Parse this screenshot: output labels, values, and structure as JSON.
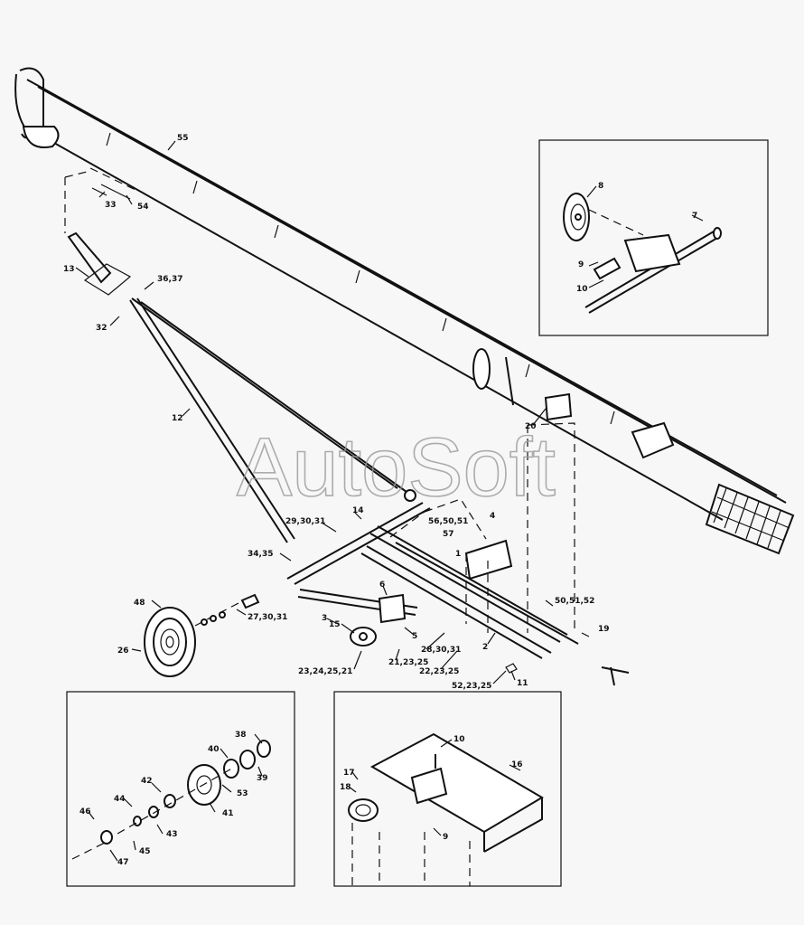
{
  "watermark": "AutoSoft",
  "labels": {
    "p55": "55",
    "p33": "33",
    "p54": "54",
    "p13": "13",
    "p3637": "36,37",
    "p32": "32",
    "p12": "12",
    "p20": "20",
    "p14": "14",
    "p293031": "29,30,31",
    "p565051": "56,50,51",
    "p57": "57",
    "p4": "4",
    "p1": "1",
    "p3435": "34,35",
    "p6": "6",
    "p505152": "50,51,52",
    "p48": "48",
    "p273031": "27,30,31",
    "p3": "3",
    "p15": "15",
    "p5": "5",
    "p283031": "28,30,31",
    "p2": "2",
    "p19": "19",
    "p26": "26",
    "p21a": "21,23,25",
    "p222325": "22,23,25",
    "p23242521": "23,24,25,21",
    "p522325": "52,23,25",
    "p11": "11",
    "i8": "8",
    "i7": "7",
    "i9": "9",
    "i10": "10",
    "h38": "38",
    "h40": "40",
    "h39": "39",
    "h42": "42",
    "h53": "53",
    "h44": "44",
    "h41": "41",
    "h43": "43",
    "h46": "46",
    "h45": "45",
    "h47": "47",
    "m10": "10",
    "m16": "16",
    "m17": "17",
    "m18": "18",
    "m9": "9"
  }
}
